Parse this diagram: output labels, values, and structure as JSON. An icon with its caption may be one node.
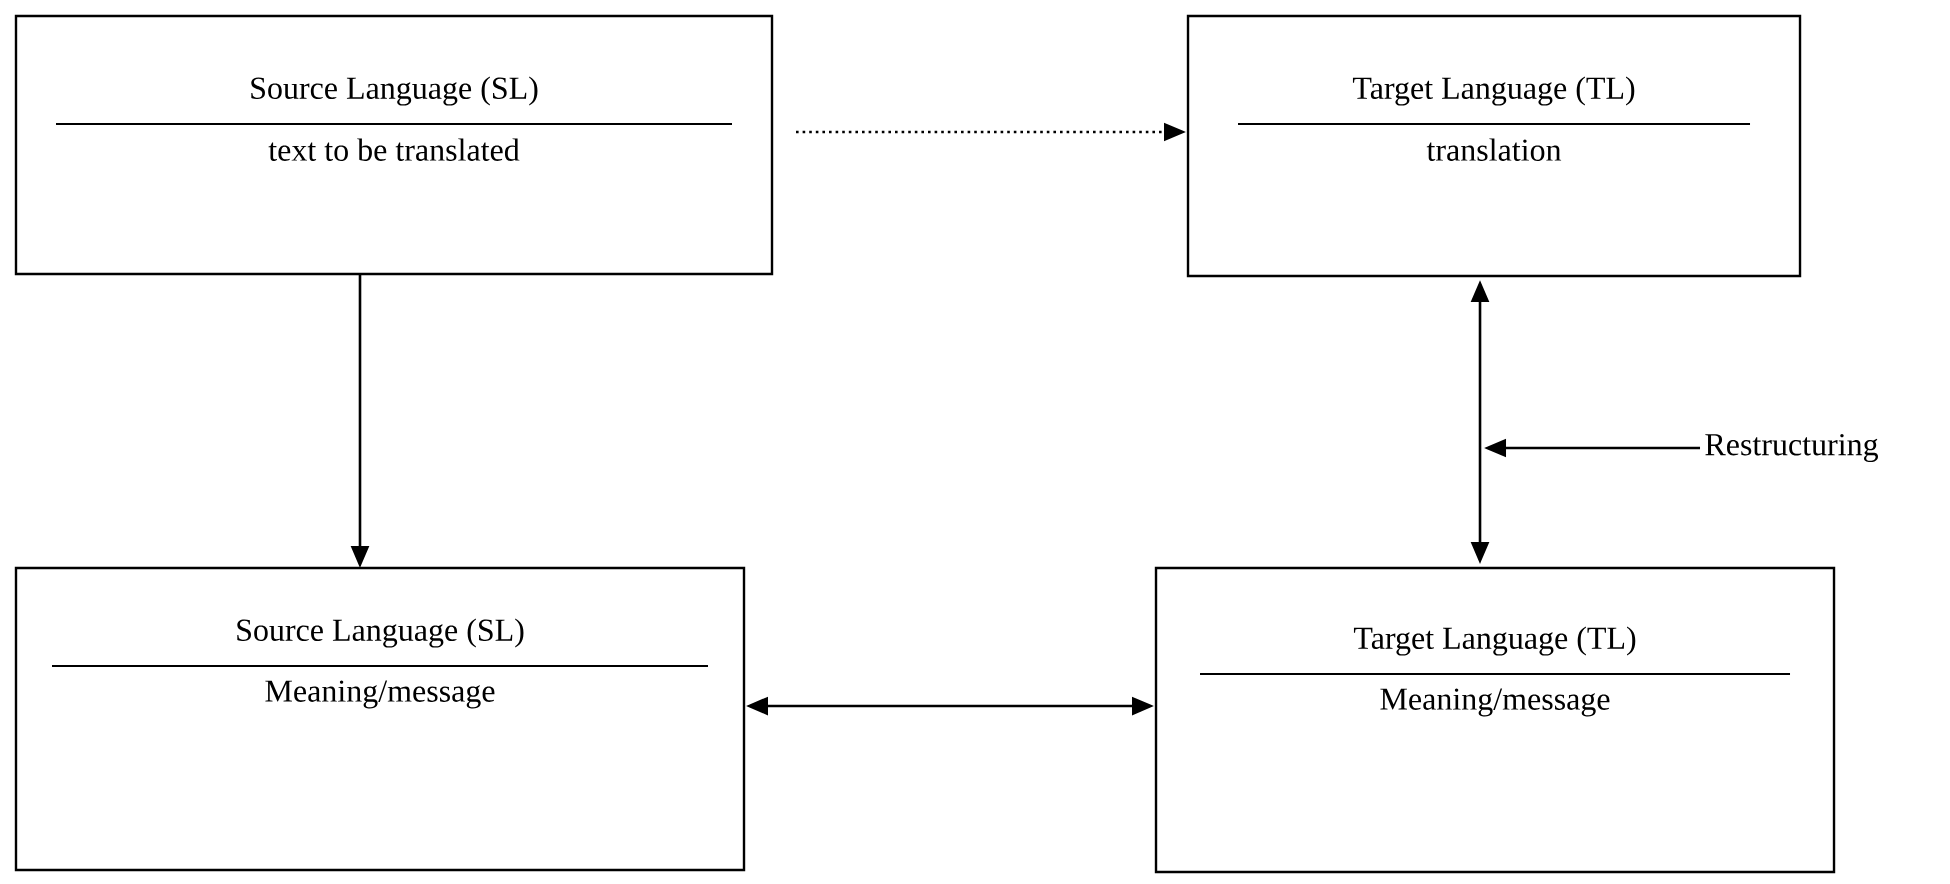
{
  "diagram": {
    "nodes": [
      {
        "text": [
          "Source Language (SL)",
          "text to be translated"
        ]
      },
      {
        "text": [
          "Target Language (TL)",
          "translation"
        ]
      },
      {
        "text": [
          "Source Language (SL)",
          "Meaning/message"
        ]
      },
      {
        "text": [
          "Target Language (TL)",
          "Meaning/message"
        ]
      },
      {
        "text": [
          "Restructuring"
        ]
      }
    ],
    "edges": [
      {
        "from": 0,
        "to": 1,
        "arrow": "to",
        "style": "dashed"
      },
      {
        "from": 0,
        "to": 2,
        "arrow": "to"
      },
      {
        "from": 1,
        "to": 3,
        "arrow": "both"
      },
      {
        "from": 2,
        "to": 3,
        "arrow": "both"
      },
      {
        "from": 4,
        "to": null,
        "arrow": "to"
      }
    ]
  }
}
